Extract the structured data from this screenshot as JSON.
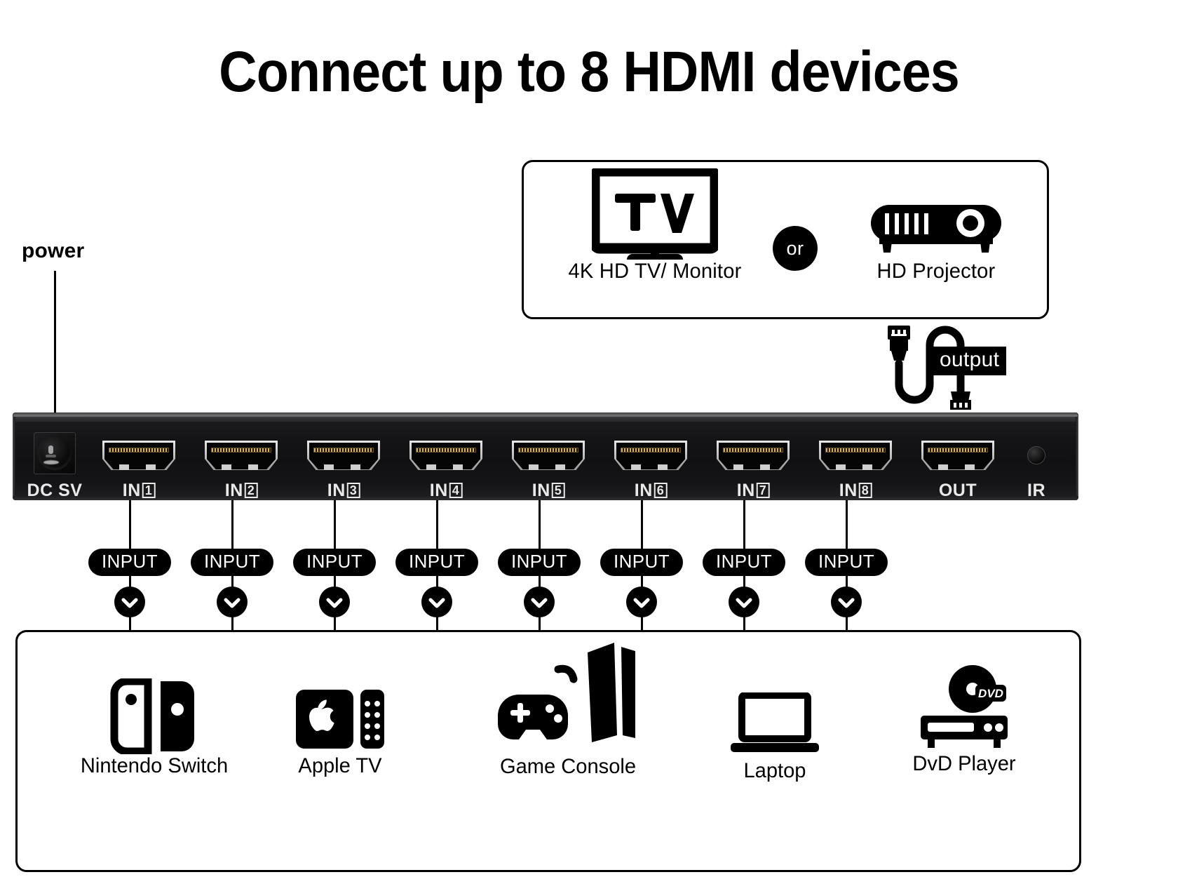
{
  "title": "Connect up to 8 HDMI devices",
  "power_label": "power",
  "output_label": "output",
  "or_label": "or",
  "display_box": {
    "items": [
      {
        "icon": "tv-icon",
        "inner_text": "TV",
        "caption": "4K HD TV/ Monitor"
      },
      {
        "icon": "projector-icon",
        "caption": "HD Projector"
      }
    ]
  },
  "device": {
    "power_port": {
      "icon": "dc-power-jack-icon",
      "label": "DC SV"
    },
    "ports": [
      {
        "label_prefix": "IN",
        "label_num": "1",
        "label": "IN1"
      },
      {
        "label_prefix": "IN",
        "label_num": "2",
        "label": "IN2"
      },
      {
        "label_prefix": "IN",
        "label_num": "3",
        "label": "IN3"
      },
      {
        "label_prefix": "IN",
        "label_num": "4",
        "label": "IN4"
      },
      {
        "label_prefix": "IN",
        "label_num": "5",
        "label": "IN5"
      },
      {
        "label_prefix": "IN",
        "label_num": "6",
        "label": "IN6"
      },
      {
        "label_prefix": "IN",
        "label_num": "7",
        "label": "IN7"
      },
      {
        "label_prefix": "IN",
        "label_num": "8",
        "label": "IN8"
      }
    ],
    "out_port": {
      "label": "OUT"
    },
    "ir_port": {
      "icon": "ir-sensor-icon",
      "label": "IR"
    }
  },
  "input_pills": [
    {
      "label": "INPUT"
    },
    {
      "label": "INPUT"
    },
    {
      "label": "INPUT"
    },
    {
      "label": "INPUT"
    },
    {
      "label": "INPUT"
    },
    {
      "label": "INPUT"
    },
    {
      "label": "INPUT"
    },
    {
      "label": "INPUT"
    }
  ],
  "sources": [
    {
      "icon": "nintendo-switch-icon",
      "caption": "Nintendo Switch"
    },
    {
      "icon": "apple-tv-icon",
      "caption": "Apple TV"
    },
    {
      "icon": "game-console-icon",
      "caption": "Game Console"
    },
    {
      "icon": "laptop-icon",
      "caption": "Laptop"
    },
    {
      "icon": "dvd-player-icon",
      "caption": "DvD Player"
    }
  ],
  "colors": {
    "accent": "#000000",
    "background": "#ffffff",
    "device_body": "#141416",
    "port_contacts": "#d8b055"
  }
}
